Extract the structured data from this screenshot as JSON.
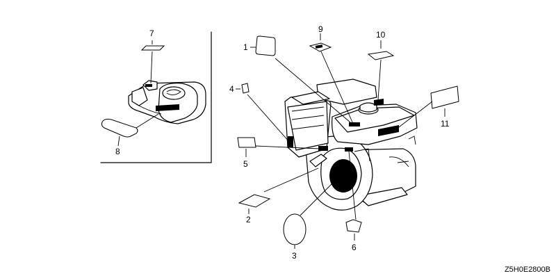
{
  "diagram": {
    "drawing_code": "Z5H0E2800B",
    "callouts": [
      "1",
      "2",
      "3",
      "4",
      "5",
      "6",
      "7",
      "8",
      "9",
      "10",
      "11"
    ]
  }
}
